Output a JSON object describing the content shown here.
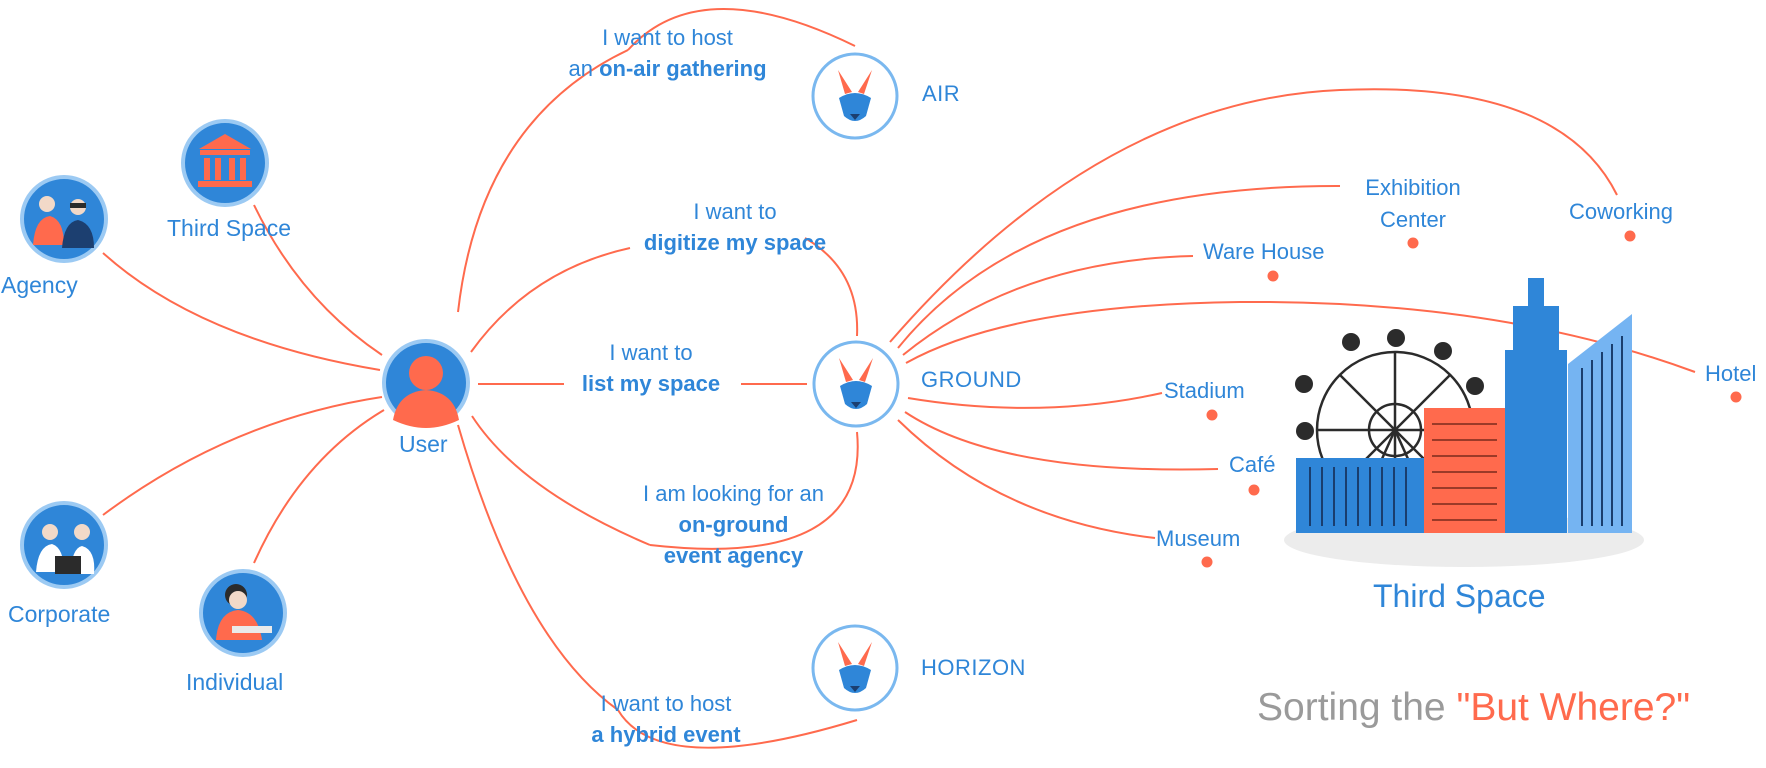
{
  "colors": {
    "line": "#ff6a4d",
    "text_blue": "#2f86d8",
    "hub_ring": "#7ab8ef",
    "persona_bg": "#2f86d8",
    "accent": "#ff6a4d",
    "gray": "#9a9a9a",
    "light_blue": "#75b4f2"
  },
  "user": {
    "label": "User",
    "icon": "user-avatar-icon"
  },
  "personas": [
    {
      "id": "third-space",
      "label": "Third Space",
      "icon": "building-pillars-icon"
    },
    {
      "id": "agency",
      "label": "Agency",
      "icon": "agency-people-icon"
    },
    {
      "id": "corporate",
      "label": "Corporate",
      "icon": "corporate-people-icon"
    },
    {
      "id": "individual",
      "label": "Individual",
      "icon": "individual-person-icon"
    }
  ],
  "intents": [
    {
      "id": "on-air",
      "regular": "I want to host",
      "prefix": "an ",
      "bold": "on-air gathering"
    },
    {
      "id": "digitize",
      "regular": "I want to",
      "bold": "digitize my space"
    },
    {
      "id": "list",
      "regular": "I want to",
      "bold": "list my space"
    },
    {
      "id": "agency",
      "regular": "I am looking for an",
      "bold": "on-ground",
      "bold2": "event agency"
    },
    {
      "id": "hybrid",
      "regular": "I want to host",
      "bold": "a hybrid event"
    }
  ],
  "hubs": [
    {
      "id": "air",
      "label": "AIR",
      "icon": "rabbit-icon"
    },
    {
      "id": "ground",
      "label": "GROUND",
      "icon": "rabbit-icon"
    },
    {
      "id": "horizon",
      "label": "HORIZON",
      "icon": "rabbit-icon"
    }
  ],
  "venues": [
    {
      "id": "exhibition",
      "line1": "Exhibition",
      "line2": "Center"
    },
    {
      "id": "coworking",
      "line1": "Coworking"
    },
    {
      "id": "warehouse",
      "line1": "Ware House"
    },
    {
      "id": "hotel",
      "line1": "Hotel"
    },
    {
      "id": "stadium",
      "line1": "Stadium"
    },
    {
      "id": "cafe",
      "line1": "Café"
    },
    {
      "id": "museum",
      "line1": "Museum"
    }
  ],
  "third_space": {
    "title": "Third Space",
    "icon": "city-skyline-icon"
  },
  "tagline": {
    "prefix": "Sorting the ",
    "quoted": "\"But Where?\""
  }
}
